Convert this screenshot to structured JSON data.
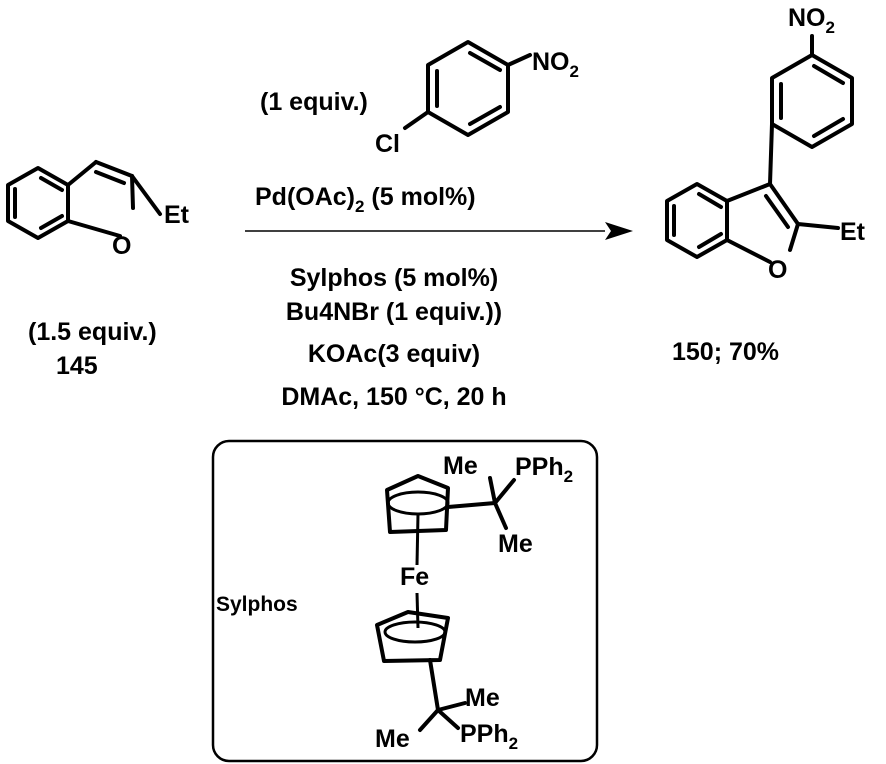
{
  "reagent_amount": "(1 equiv.)",
  "reagent_substituent": "NO",
  "reagent_substituent_sub": "2",
  "reagent_leaving_group": "Cl",
  "catalyst_main": "Pd(OAc)",
  "catalyst_sub": "2",
  "catalyst_loading": " (5 mol%)",
  "conditions": [
    "Sylphos (5 mol%)",
    "Bu4NBr (1 equiv.))",
    "KOAc(3 equiv)",
    "DMAc, 150 °C, 20 h"
  ],
  "starting_material": {
    "substituent": "Et",
    "heteroatom": "O",
    "amount": "(1.5 equiv.)",
    "compound_id": "145"
  },
  "product": {
    "substituent_top": "NO",
    "substituent_top_sub": "2",
    "substituent_right": "Et",
    "heteroatom": "O",
    "label": "150;  70%"
  },
  "ligand": {
    "name": "Sylphos",
    "metal": "Fe",
    "me_top": "Me",
    "pph2_top": "PPh",
    "pph2_top_sub": "2",
    "me_top_lower": "Me",
    "me_bottom": "Me",
    "pph2_bottom": "PPh",
    "pph2_bottom_sub": "2",
    "me_bottom_left": "Me"
  }
}
